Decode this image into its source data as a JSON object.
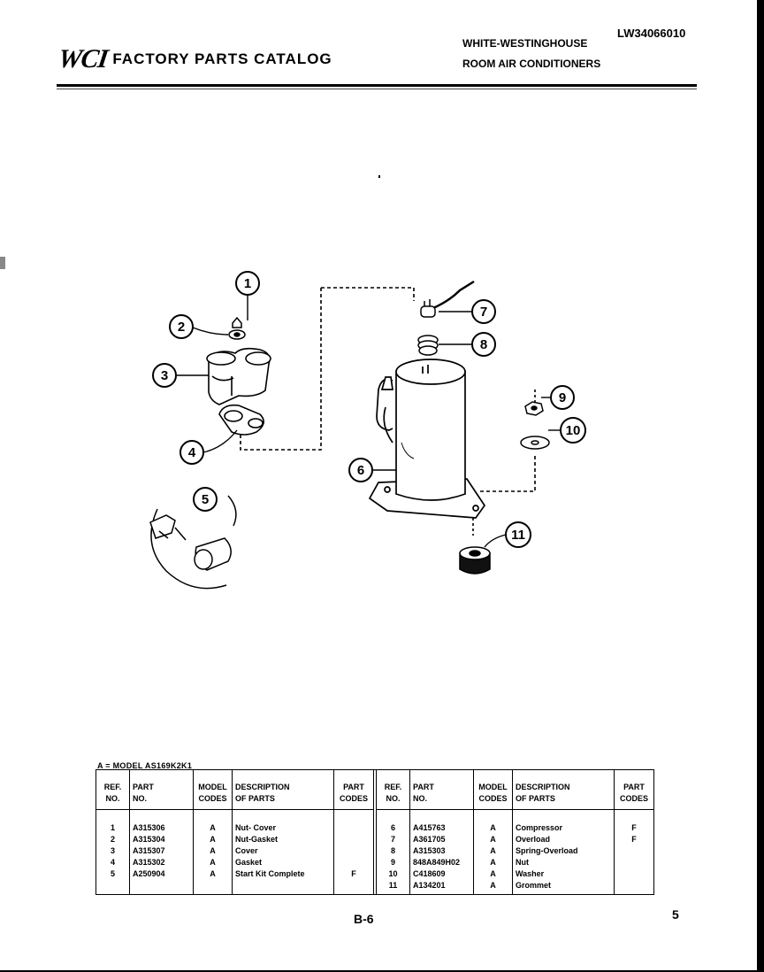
{
  "header": {
    "logo_text": "WCI",
    "catalog_title": "FACTORY PARTS CATALOG",
    "maker": "WHITE-WESTINGHOUSE",
    "product_line": "ROOM AIR CONDITIONERS",
    "model_number": "LW34066010"
  },
  "diagram": {
    "callouts": [
      "1",
      "2",
      "3",
      "4",
      "5",
      "6",
      "7",
      "8",
      "9",
      "10",
      "11"
    ]
  },
  "legend": {
    "model_key": "A = MODEL AS169K2K1"
  },
  "table": {
    "headers": {
      "ref": [
        "REF.",
        "NO."
      ],
      "part": [
        "PART",
        "NO."
      ],
      "model": [
        "MODEL",
        "CODES"
      ],
      "desc": [
        "DESCRIPTION",
        "OF PARTS"
      ],
      "codes": [
        "PART",
        "CODES"
      ]
    },
    "left_rows": [
      {
        "ref": "1",
        "part": "A315306",
        "model": "A",
        "desc": "Nut- Cover",
        "codes": ""
      },
      {
        "ref": "2",
        "part": "A315304",
        "model": "A",
        "desc": "Nut-Gasket",
        "codes": ""
      },
      {
        "ref": "3",
        "part": "A315307",
        "model": "A",
        "desc": "Cover",
        "codes": ""
      },
      {
        "ref": "4",
        "part": "A315302",
        "model": "A",
        "desc": "Gasket",
        "codes": ""
      },
      {
        "ref": "5",
        "part": "A250904",
        "model": "A",
        "desc": "Start Kit Complete",
        "codes": "F"
      }
    ],
    "right_rows": [
      {
        "ref": "6",
        "part": "A415763",
        "model": "A",
        "desc": "Compressor",
        "codes": "F"
      },
      {
        "ref": "7",
        "part": "A361705",
        "model": "A",
        "desc": "Overload",
        "codes": "F"
      },
      {
        "ref": "8",
        "part": "A315303",
        "model": "A",
        "desc": "Spring-Overload",
        "codes": ""
      },
      {
        "ref": "9",
        "part": "848A849H02",
        "model": "A",
        "desc": "Nut",
        "codes": ""
      },
      {
        "ref": "10",
        "part": "C418609",
        "model": "A",
        "desc": "Washer",
        "codes": ""
      },
      {
        "ref": "11",
        "part": "A134201",
        "model": "A",
        "desc": "Grommet",
        "codes": ""
      }
    ]
  },
  "footer": {
    "page_number": "B-6",
    "corner_number": "5"
  }
}
